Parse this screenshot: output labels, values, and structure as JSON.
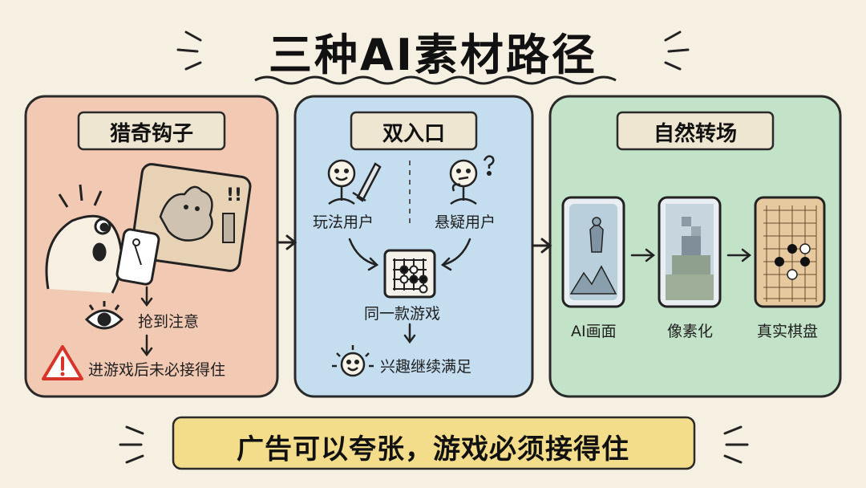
{
  "title": "三种AI素材路径",
  "panels": [
    {
      "title": "猎奇钩子",
      "labels": [
        "抢到注意",
        "进游戏后未必接得住"
      ]
    },
    {
      "title": "双入口",
      "labels": [
        "玩法用户",
        "悬疑用户",
        "同一款游戏",
        "兴趣继续满足"
      ]
    },
    {
      "title": "自然转场",
      "labels": [
        "AI画面",
        "像素化",
        "真实棋盘"
      ]
    }
  ],
  "banner": "广告可以夸张，游戏必须接得住",
  "colors": {
    "background": "#f6f0e3",
    "panel1": "#f2c9b3",
    "panel2": "#c4def0",
    "panel3": "#c3e3c8",
    "banner": "#f3dc8a",
    "label_tape": "#efe6d2",
    "warning": "#d8342a"
  },
  "icons": [
    "surprised-face-icon",
    "phone-icon",
    "monster-screen-icon",
    "eye-icon",
    "warning-icon",
    "happy-player-icon",
    "sword-icon",
    "puzzled-player-icon",
    "go-board-icon",
    "smiling-sun-icon",
    "ai-card-icon",
    "pixel-card-icon",
    "go-card-icon",
    "arrow-icon"
  ]
}
